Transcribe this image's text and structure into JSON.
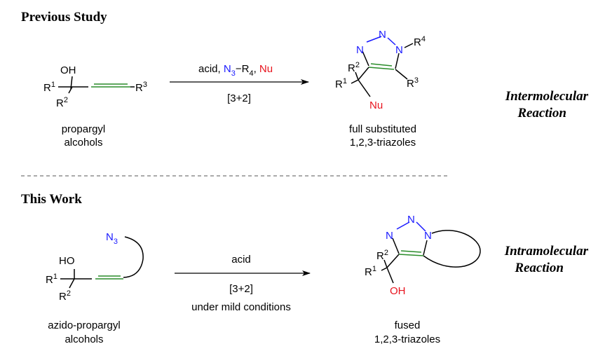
{
  "top": {
    "heading": "Previous Study",
    "reactant": {
      "oh": "OH",
      "r1": "R",
      "r1_sup": "1",
      "r2": "R",
      "r2_sup": "2",
      "r3": "R",
      "r3_sup": "3",
      "caption_line1": "propargyl",
      "caption_line2": "alcohols"
    },
    "arrow": {
      "reagent_prefix": "acid, ",
      "reagent_n": "N",
      "reagent_n_sub": "3",
      "reagent_r": "R",
      "reagent_r_sub": "4",
      "reagent_sep": ", ",
      "reagent_nu": "Nu",
      "below": "[3+2]"
    },
    "product": {
      "n1": "N",
      "n2": "N",
      "n3": "N",
      "r4": "R",
      "r4_sup": "4",
      "r2": "R",
      "r2_sup": "2",
      "r1": "R",
      "r1_sup": "1",
      "r3": "R",
      "r3_sup": "3",
      "nu": "Nu",
      "caption_line1": "full substituted",
      "caption_line2": "1,2,3-triazoles"
    },
    "label_line1": "Intermolecular",
    "label_line2": "Reaction"
  },
  "bottom": {
    "heading": "This Work",
    "reactant": {
      "ho": "HO",
      "n3": "N",
      "n3_sub": "3",
      "r1": "R",
      "r1_sup": "1",
      "r2": "R",
      "r2_sup": "2",
      "caption_line1": "azido-propargyl",
      "caption_line2": "alcohols"
    },
    "arrow": {
      "above": "acid",
      "below1": "[3+2]",
      "below2": "under mild conditions"
    },
    "product": {
      "n1": "N",
      "n2": "N",
      "n3": "N",
      "r2": "R",
      "r2_sup": "2",
      "r1": "R",
      "r1_sup": "1",
      "oh": "OH",
      "caption_line1": "fused",
      "caption_line2": "1,2,3-triazoles"
    },
    "label_line1": "Intramolecular",
    "label_line2": "Reaction"
  },
  "colors": {
    "blue": "#1a1aff",
    "red": "#e8141e",
    "green": "#2a8c2a",
    "black": "#000000"
  }
}
